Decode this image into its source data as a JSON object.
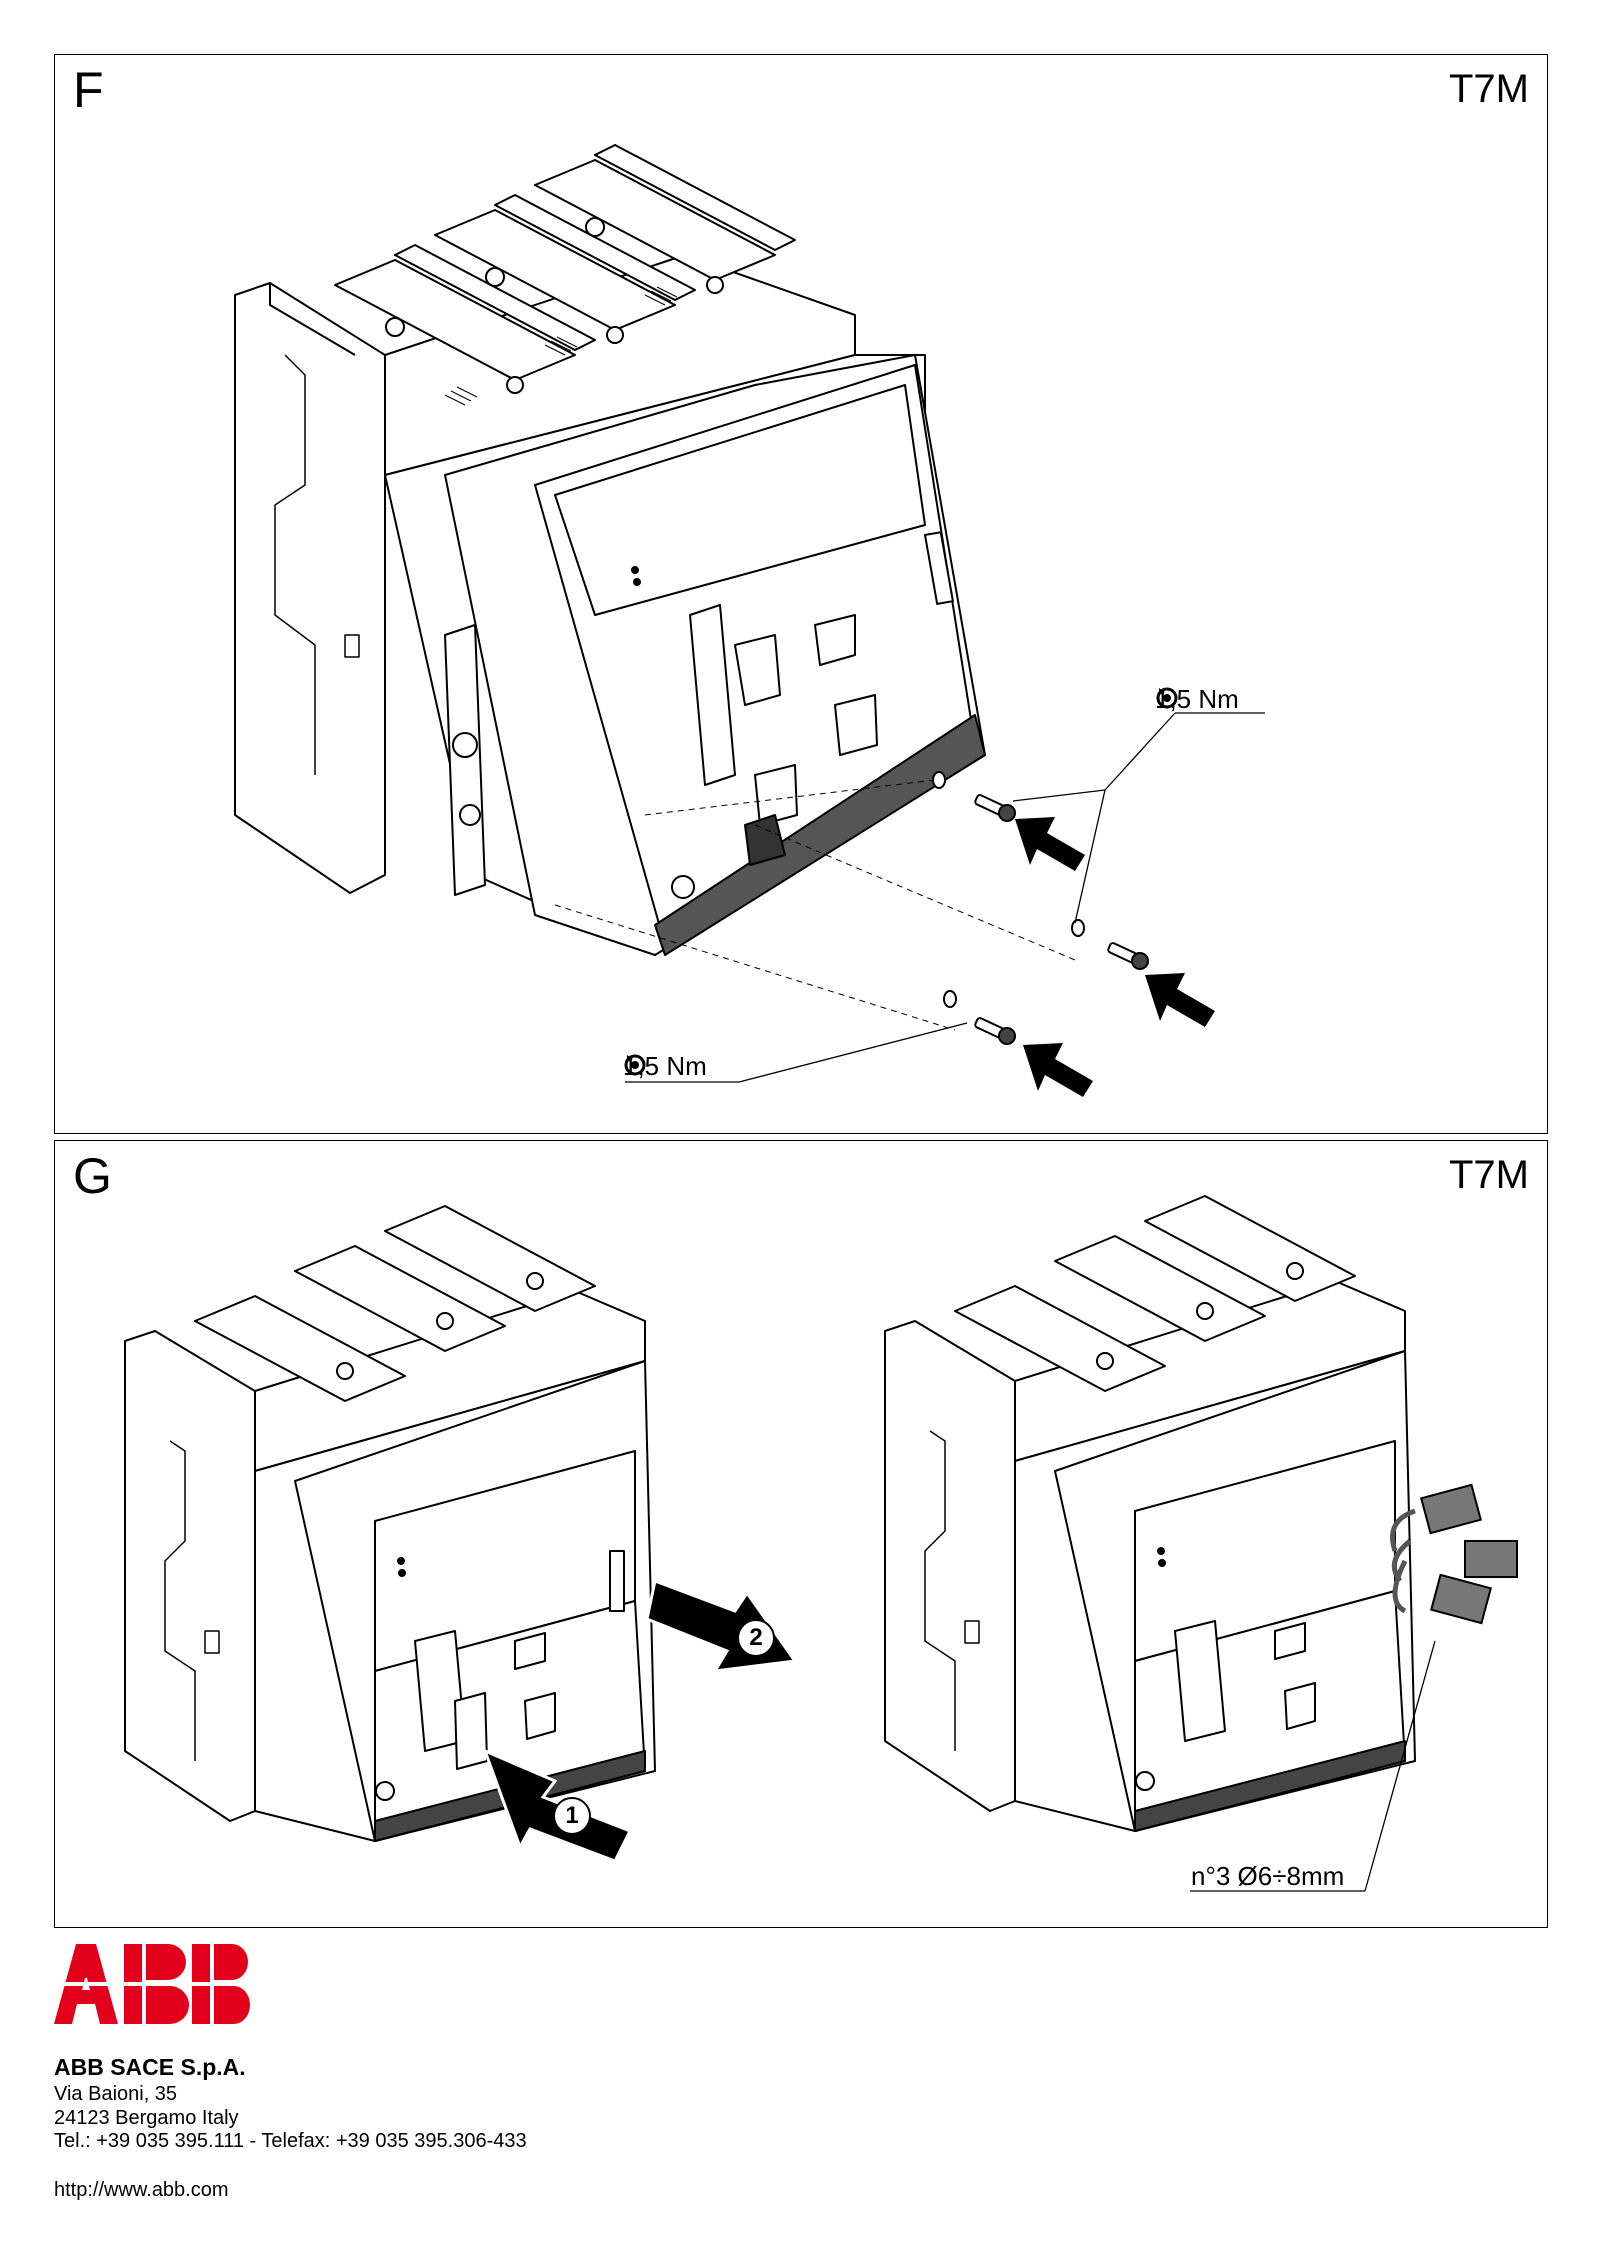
{
  "panel_f": {
    "letter": "F",
    "model": "T7M",
    "torque_top": "1,5 Nm",
    "torque_bottom": "1,5 Nm"
  },
  "panel_g": {
    "letter": "G",
    "model": "T7M",
    "step_1": "1",
    "step_2": "2",
    "padlock_note": "n°3 Ø6÷8mm"
  },
  "footer": {
    "logo_text": "ABB",
    "company": "ABB SACE S.p.A.",
    "street": "Via Baioni, 35",
    "city": "24123 Bergamo Italy",
    "phone": "Tel.: +39 035 395.111 - Telefax: +39 035 395.306-433",
    "website": "http://www.abb.com"
  },
  "colors": {
    "abb_red": "#E2001A",
    "line": "#000000",
    "shade": "#333333"
  },
  "icons": [
    "torque-icon",
    "arrow-icon",
    "padlock-icon",
    "screw-icon"
  ]
}
